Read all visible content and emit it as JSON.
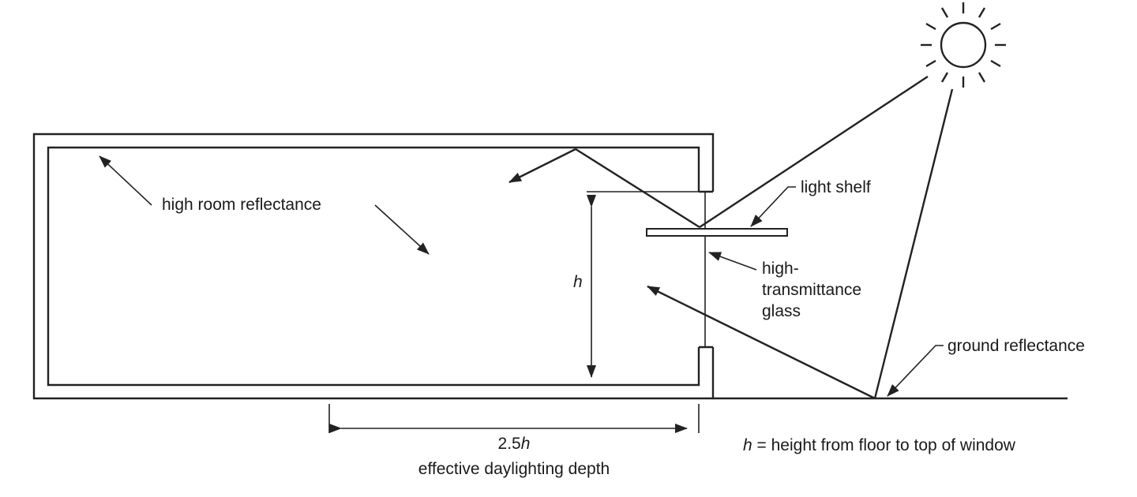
{
  "labels": {
    "high_room_reflectance": "high room reflectance",
    "light_shelf": "light shelf",
    "high_line1": "high-",
    "high_line2": "transmittance",
    "high_line3": "glass",
    "ground_reflectance": "ground reflectance",
    "h_symbol": "h",
    "depth_value_num": "2.5",
    "depth_value_var": "h",
    "depth_caption": "effective daylighting depth",
    "legend_var": "h",
    "legend_text": " = height from floor to top of window"
  },
  "colors": {
    "line": "#222222",
    "text": "#1a1a1a",
    "background": "#ffffff"
  }
}
